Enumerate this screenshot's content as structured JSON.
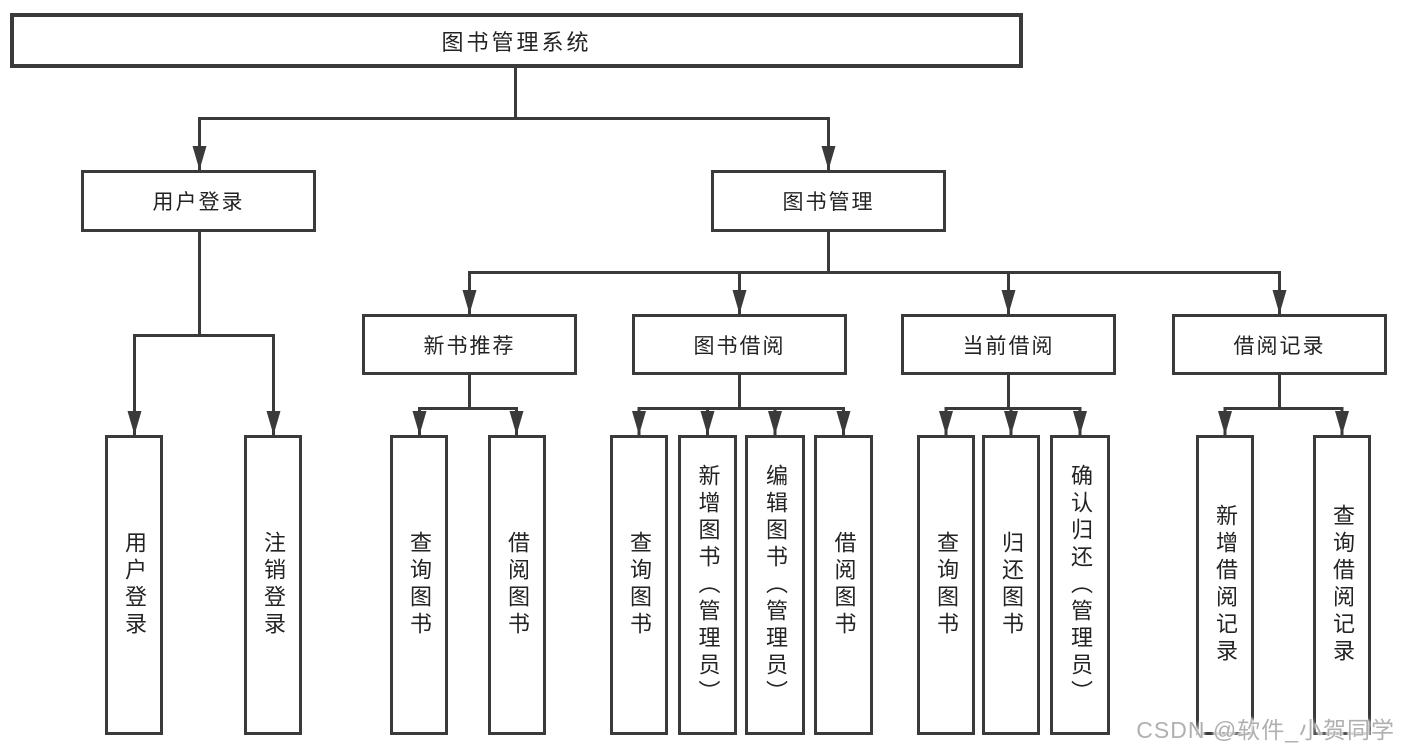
{
  "colors": {
    "line": "#3a3a3a",
    "box_border": "#3a3a3a",
    "box_background": "#ffffff",
    "text": "#232323",
    "watermark": "#b0b0b0",
    "page_background": "#ffffff"
  },
  "watermark": {
    "text": "CSDN @软件_小贺同学"
  },
  "tree": {
    "root": {
      "label": "图书管理系统"
    },
    "branches": [
      {
        "label": "用户登录",
        "children": [
          {
            "label": "用户登录"
          },
          {
            "label": "注销登录"
          }
        ]
      },
      {
        "label": "图书管理",
        "children": [
          {
            "label": "新书推荐",
            "children": [
              {
                "label": "查询图书"
              },
              {
                "label": "借阅图书"
              }
            ]
          },
          {
            "label": "图书借阅",
            "children": [
              {
                "label": "查询图书"
              },
              {
                "label": "新增图书（管理员）"
              },
              {
                "label": "编辑图书（管理员）"
              },
              {
                "label": "借阅图书"
              }
            ]
          },
          {
            "label": "当前借阅",
            "children": [
              {
                "label": "查询图书"
              },
              {
                "label": "归还图书"
              },
              {
                "label": "确认归还（管理员）"
              }
            ]
          },
          {
            "label": "借阅记录",
            "children": [
              {
                "label": "新增借阅记录"
              },
              {
                "label": "查询借阅记录"
              }
            ]
          }
        ]
      }
    ]
  }
}
